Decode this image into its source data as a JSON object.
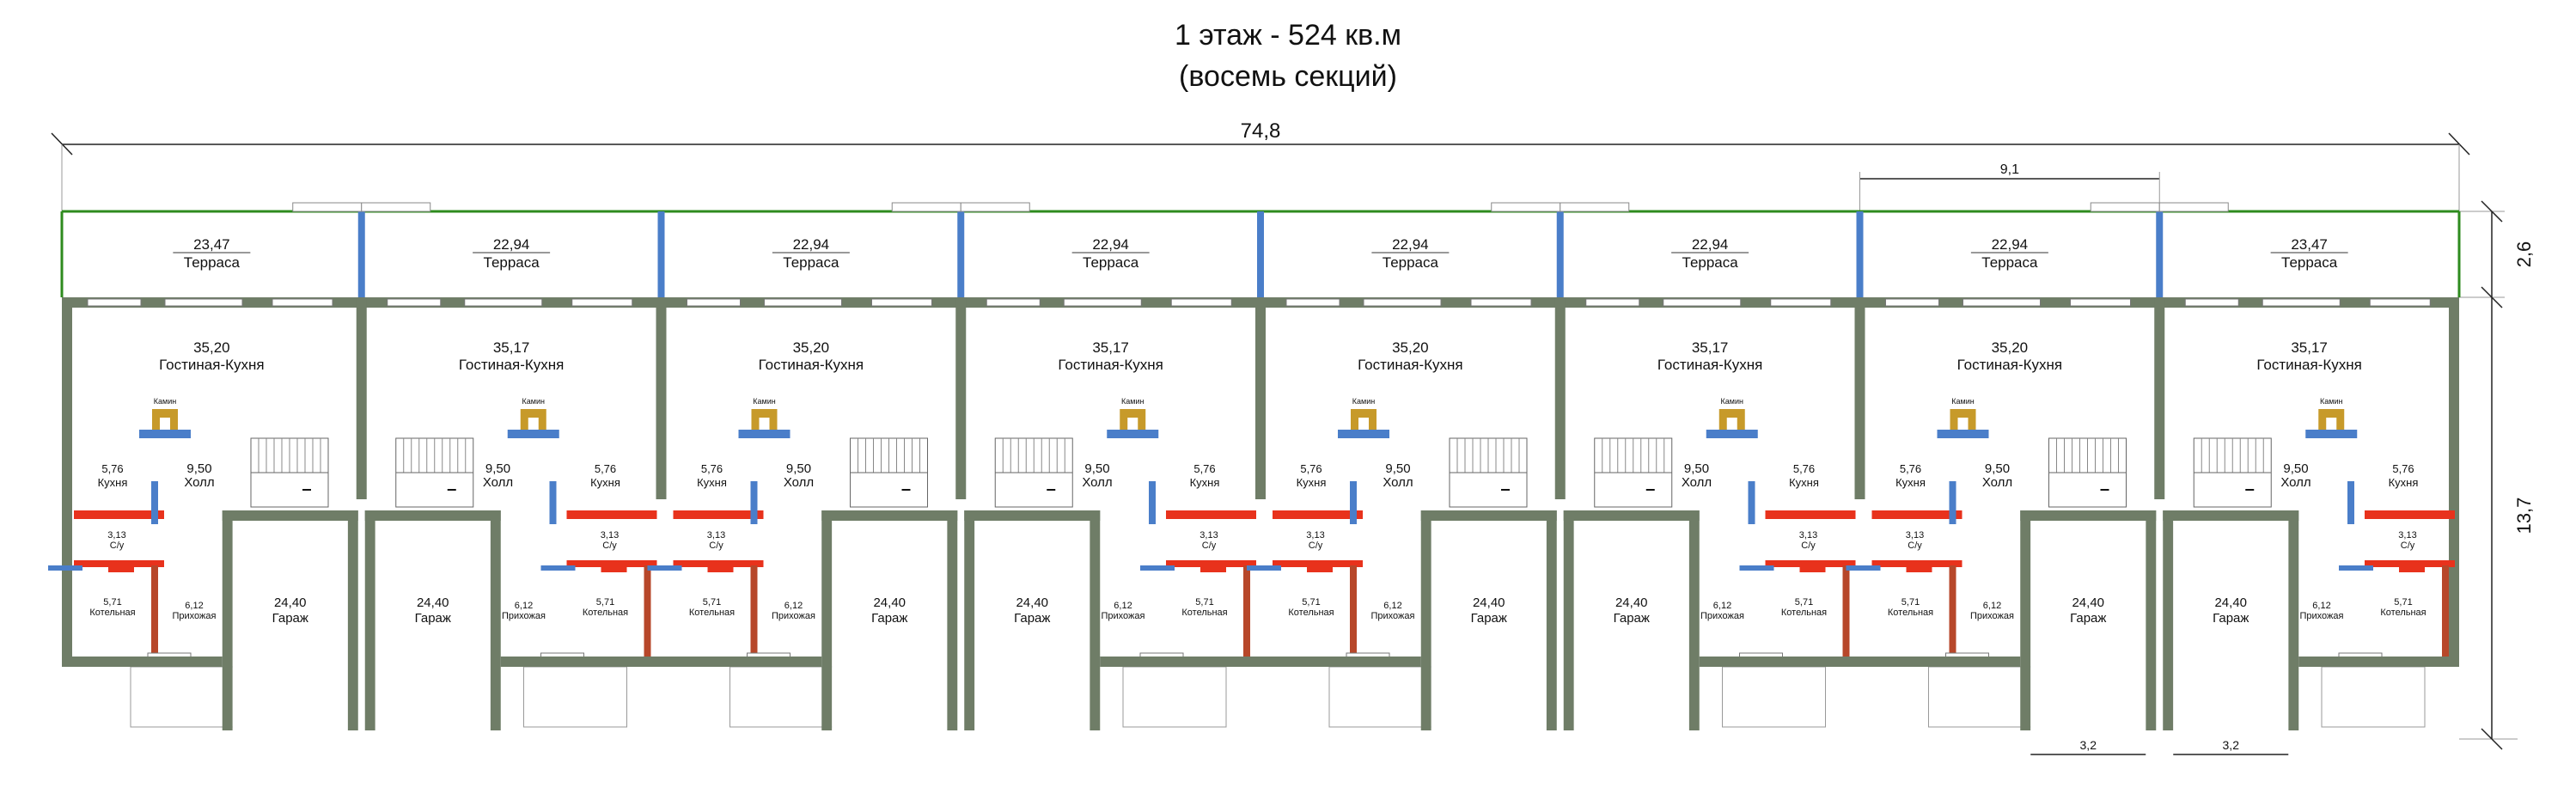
{
  "title": {
    "line1": "1 этаж - 524 кв.м",
    "line2": "(восемь секций)"
  },
  "dimensions": {
    "total_width": "74,8",
    "section_width": "9,1",
    "terrace_depth": "2,6",
    "house_depth": "13,7",
    "garage_door": "3,2"
  },
  "labels": {
    "terrace": "Терраса",
    "living": "Гостиная-Кухня",
    "fireplace": "Камин",
    "kitchen": "Кухня",
    "hall": "Холл",
    "wc": "С/у",
    "boiler": "Котельная",
    "entry": "Прихожая",
    "garage": "Гараж"
  },
  "sections": [
    {
      "terrace": "23,47",
      "living": "35,20",
      "kitchen": "5,76",
      "hall": "9,50",
      "wc": "3,13",
      "boiler": "5,71",
      "entry": "6,12",
      "garage": "24,40"
    },
    {
      "terrace": "22,94",
      "living": "35,17",
      "kitchen": "5,76",
      "hall": "9,50",
      "wc": "3,13",
      "boiler": "5,71",
      "entry": "6,12",
      "garage": "24,40"
    },
    {
      "terrace": "22,94",
      "living": "35,20",
      "kitchen": "5,76",
      "hall": "9,50",
      "wc": "3,13",
      "boiler": "5,71",
      "entry": "6,12",
      "garage": "24,40"
    },
    {
      "terrace": "22,94",
      "living": "35,17",
      "kitchen": "5,76",
      "hall": "9,50",
      "wc": "3,13",
      "boiler": "5,71",
      "entry": "6,12",
      "garage": "24,40"
    },
    {
      "terrace": "22,94",
      "living": "35,20",
      "kitchen": "5,76",
      "hall": "9,50",
      "wc": "3,13",
      "boiler": "5,71",
      "entry": "6,12",
      "garage": "24,40"
    },
    {
      "terrace": "22,94",
      "living": "35,17",
      "kitchen": "5,76",
      "hall": "9,50",
      "wc": "3,13",
      "boiler": "5,71",
      "entry": "6,12",
      "garage": "24,40"
    },
    {
      "terrace": "22,94",
      "living": "35,20",
      "kitchen": "5,76",
      "hall": "9,50",
      "wc": "3,13",
      "boiler": "5,71",
      "entry": "6,12",
      "garage": "24,40"
    },
    {
      "terrace": "23,47",
      "living": "35,17",
      "kitchen": "5,76",
      "hall": "9,50",
      "wc": "3,13",
      "boiler": "5,71",
      "entry": "6,12",
      "garage": "24,40"
    }
  ],
  "colors": {
    "wall": "#6f7d67",
    "wall_dark": "#3f4a3a",
    "terrace_line": "#2e8b1e",
    "party_wall": "#4a7ec9",
    "plumbing_red": "#e8321c",
    "plumbing_blue": "#4a7ec9",
    "plumbing_brown": "#b7472a",
    "fireplace": "#c79a2a"
  }
}
